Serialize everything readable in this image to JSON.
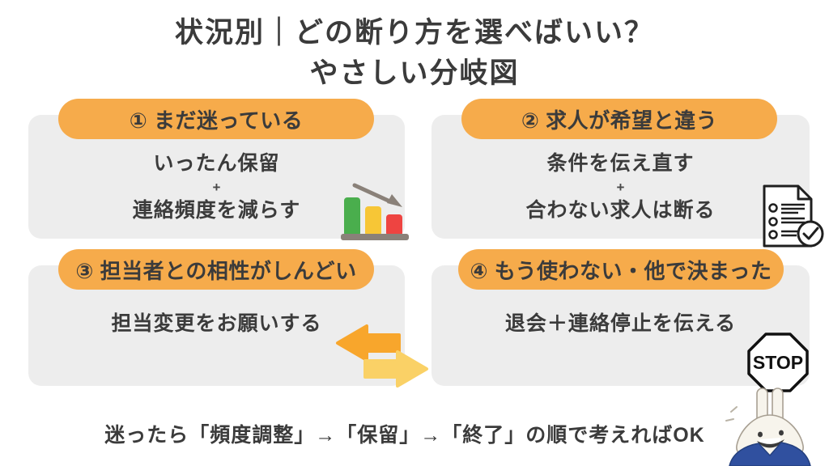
{
  "title": {
    "line1": "状況別｜どの断り方を選べばいい？",
    "line2": "やさしい分岐図"
  },
  "boxes": [
    {
      "header": "① まだ迷っている",
      "lines": [
        "いったん保留",
        "+",
        "連絡頻度を減らす"
      ],
      "icon": "declining-bar-chart-icon"
    },
    {
      "header": "② 求人が希望と違う",
      "lines": [
        "条件を伝え直す",
        "+",
        "合わない求人は断る"
      ],
      "icon": "checklist-document-icon"
    },
    {
      "header": "③ 担当者との相性がしんどい",
      "lines": [
        "担当変更をお願いする"
      ],
      "icon": "swap-arrows-icon"
    },
    {
      "header": "④ もう使わない・他で決まった",
      "lines": [
        "退会＋連絡停止を伝える"
      ],
      "icon": "stop-sign-icon"
    }
  ],
  "stop_sign": {
    "label": "STOP"
  },
  "footer": {
    "note": "迷ったら「頻度調整」→「保留」→「終了」の順で考えればOK"
  },
  "icons": {
    "box1": "declining-bar-chart-icon",
    "box2": "checklist-document-icon",
    "between_row2": "swap-arrows-icon",
    "box4": "stop-sign-icon",
    "mascot": "rabbit-mascot"
  },
  "colors": {
    "header_pill": "#F6AB4B",
    "card_bg": "#EDEDED",
    "text": "#3B3B3B",
    "bar_green": "#4AAE4D",
    "bar_yellow": "#F7C636",
    "bar_red": "#EE4441",
    "chart_gray": "#8A8179",
    "arrow_left_orange": "#F8A62C",
    "arrow_right_yellow": "#FAD166",
    "mascot_shirt_blue": "#30509F"
  }
}
